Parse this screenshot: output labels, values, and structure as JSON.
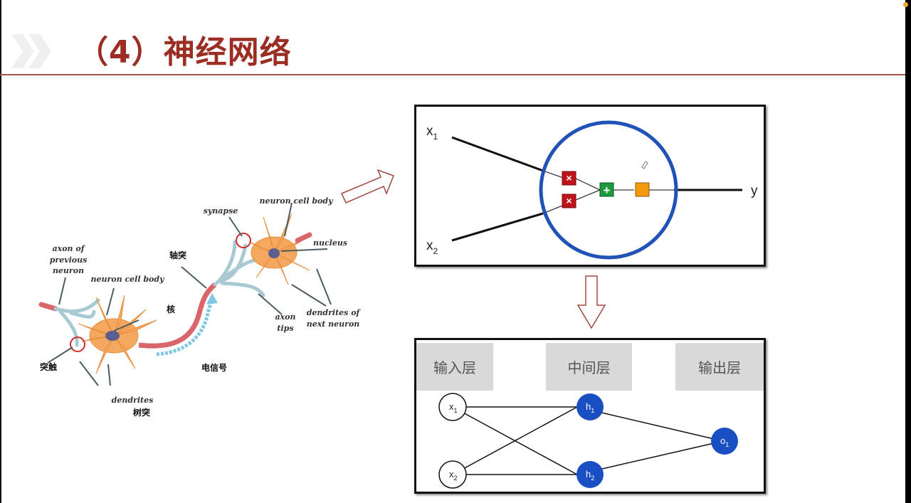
{
  "slide": {
    "title": "（4）神经网络",
    "accent_color": "#9b2d22",
    "decor_icon": "double-chevron-icon"
  },
  "neuron_figure": {
    "labels_en": {
      "axon_prev": [
        "axon of",
        "previous",
        "neuron"
      ],
      "cell_body_1": "neuron cell body",
      "dendrites": "dendrites",
      "synapse": "synapse",
      "cell_body_2": "neuron cell body",
      "nucleus": "nucleus",
      "axon_tips": [
        "axon",
        "tips"
      ],
      "dendrites_next": [
        "dendrites of",
        "next neuron"
      ]
    },
    "labels_cn": {
      "synapse": "突触",
      "dendrites": "树突",
      "nucleus": "核",
      "axon": "轴突",
      "signal": "电信号"
    }
  },
  "perceptron": {
    "inputs": [
      {
        "name": "x",
        "sub": "1"
      },
      {
        "name": "x",
        "sub": "2"
      }
    ],
    "output": "y",
    "multiply_symbol": "×",
    "sum_symbol": "+",
    "colors": {
      "circle": "#2052b8",
      "multiply": "#c0141c",
      "sum": "#1d9a40",
      "activation": "#f59a0c"
    }
  },
  "network": {
    "layers": [
      "输入层",
      "中间层",
      "输出层"
    ],
    "input_nodes": [
      {
        "name": "x",
        "sub": "1"
      },
      {
        "name": "x",
        "sub": "2"
      }
    ],
    "hidden_nodes": [
      {
        "name": "h",
        "sub": "1"
      },
      {
        "name": "h",
        "sub": "2"
      }
    ],
    "output_nodes": [
      {
        "name": "o",
        "sub": "1"
      }
    ],
    "node_color": "#1a4fc4"
  }
}
